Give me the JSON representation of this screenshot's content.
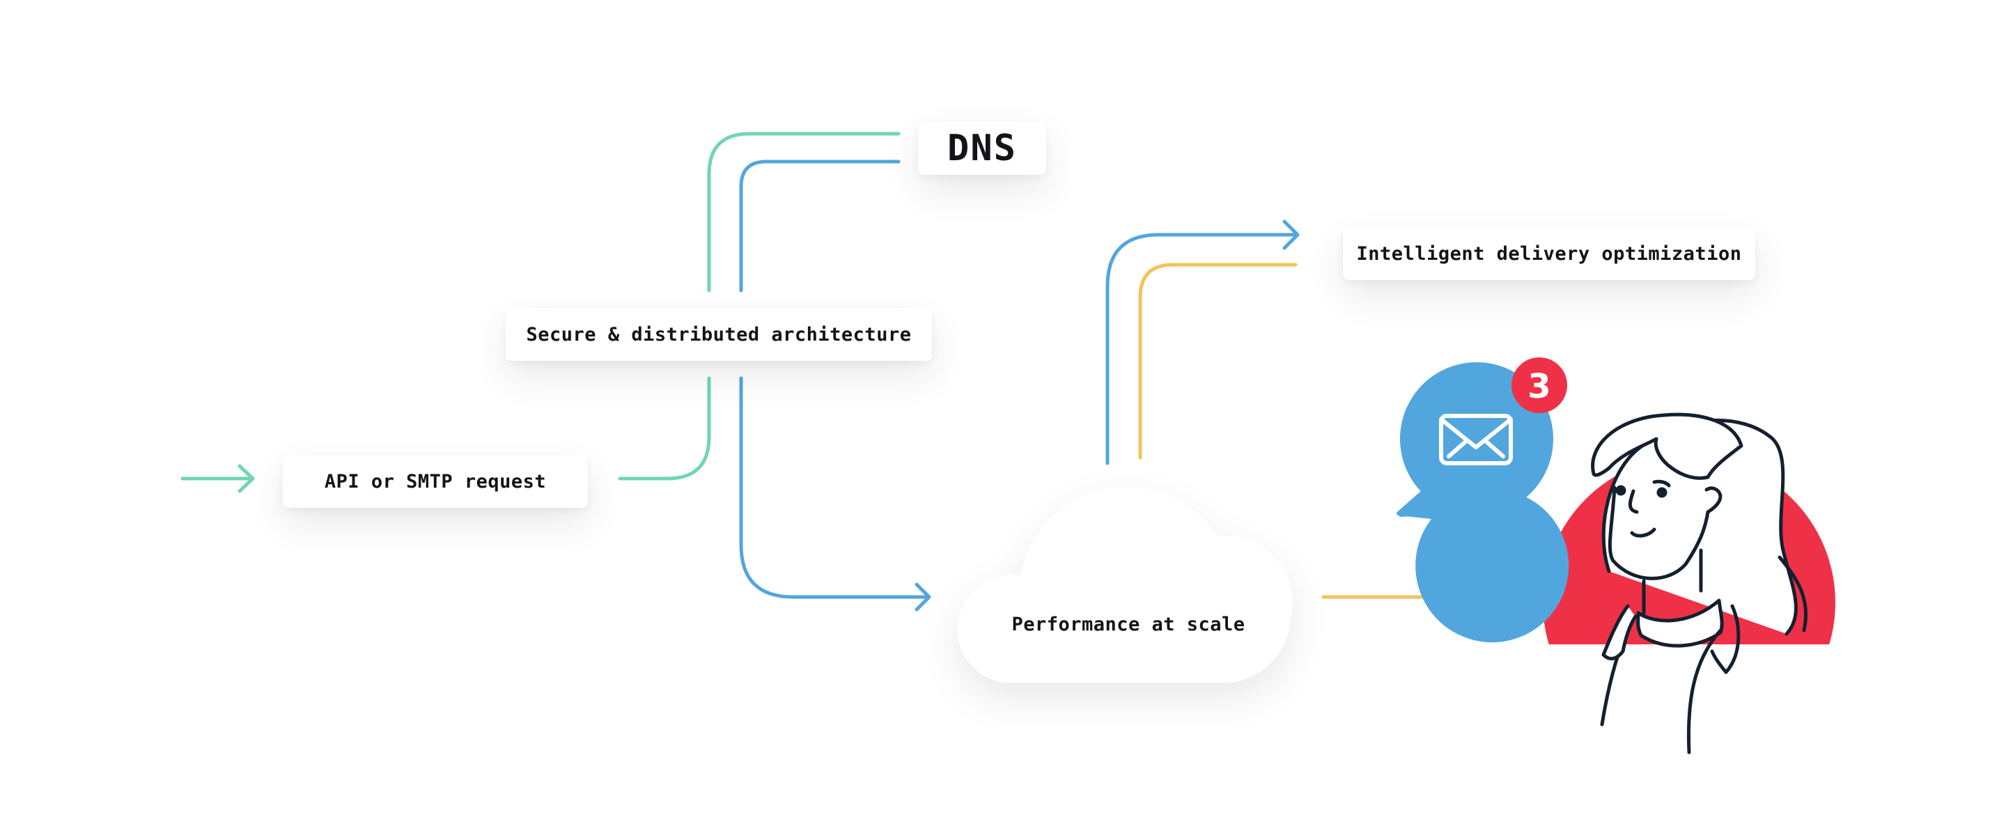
{
  "nodes": {
    "api_request": "API or SMTP request",
    "architecture": "Secure & distributed architecture",
    "dns": "DNS",
    "delivery": "Intelligent delivery optimization",
    "performance": "Performance at scale"
  },
  "notification": {
    "count": "3",
    "icon": "envelope-icon"
  },
  "person": {
    "icon": "person-illustration"
  },
  "colors": {
    "green": "#6fd6b2",
    "blue": "#52a6de",
    "yellow": "#f0c35c",
    "red": "#ef3147",
    "ink": "#15202e"
  }
}
